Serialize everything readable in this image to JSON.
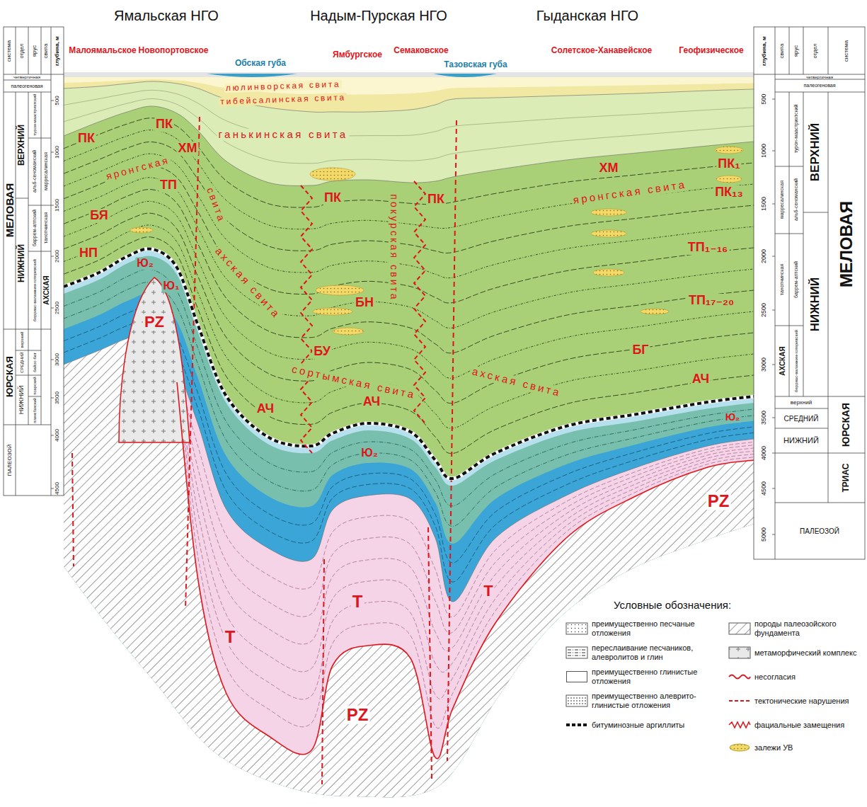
{
  "diagram": {
    "labels": [
      "Ямальская НГО",
      "Надым-Пурская НГО",
      "Гыданская НГО",
      "система",
      "отдел",
      "ярус",
      "свита",
      "глубина, м",
      "Малоямальское",
      "Новопортовское",
      "Обская губа",
      "Ямбургское",
      "Семаковское",
      "Тазовская губа",
      "Солетское-Ханавейское",
      "Геофизическое",
      "глубина, м",
      "свита",
      "ярус",
      "отдел",
      "система",
      "четвертичная",
      "палеогеновая",
      "МЕЛОВАЯ",
      "ВЕРХНИЙ",
      "НИЖНИЙ",
      "турон-маастрихтский",
      "альб-сеноманский",
      "баррем-аптский",
      "берриас-валанжин-готеривский",
      "марресалинская",
      "танопчинская",
      "АХСКАЯ",
      "ЮРСКАЯ",
      "верхний",
      "СРЕДНИЙ",
      "НИЖНИЙ",
      "байос-бат",
      "тоарский",
      "плинсбахский",
      "ПАЛЕОЗОЙ",
      "500",
      "1000",
      "1500",
      "2000",
      "2500",
      "3000",
      "3500",
      "4000",
      "4500",
      "четвертичная",
      "палеогеновая",
      "турон-маастрихтский",
      "марресалинская",
      "альб-сеноманский",
      "танопчинская",
      "баррем-аптский",
      "АХСКАЯ",
      "берриас-валанжин-готеривский",
      "ВЕРХНИЙ",
      "НИЖНИЙ",
      "МЕЛОВАЯ",
      "верхний",
      "СРЕДНИЙ",
      "НИЖНИЙ",
      "ЮРСКАЯ",
      "ТРИАС",
      "ПАЛЕОЗОЙ",
      "500",
      "1000",
      "1500",
      "2000",
      "2500",
      "3000",
      "3500",
      "4000",
      "4500",
      "5000",
      "люлинворская свита",
      "тибейсалинская свита",
      "ганькинская свита",
      "ПК",
      "ПК",
      "яронгская",
      "ХМ",
      "ТП",
      "свита",
      "БЯ",
      "НП",
      "Ю₂",
      "Ю₁",
      "PZ",
      "ахская свита",
      "АЧ",
      "ПК",
      "покурская свита",
      "ПК",
      "БН",
      "БУ",
      "сортымская свита",
      "АЧ",
      "Ю₂",
      "ахская свита",
      "ХМ",
      "яронгская свита",
      "ПК₁",
      "ПК₁₃",
      "ТП₁₋₁₆",
      "ТП₁₇₋₂₀",
      "БГ",
      "АЧ",
      "Ю₂",
      "Т",
      "Т",
      "Т",
      "PZ",
      "PZ",
      "Условные обозначения:"
    ],
    "legend": [
      {
        "text": "преимущественно песчаные отложения"
      },
      {
        "text": "переслаивание песчаников, алевролитов и глин"
      },
      {
        "text": "преимущественно глинистые отложения",
        "color": "#ffffff"
      },
      {
        "text": "преимущественно алеврито-глинистые отложения"
      },
      {
        "text": "битуминозные аргиллиты"
      },
      {
        "text": "породы палеозойского фундамента"
      },
      {
        "text": "метаморфический комплекс"
      },
      {
        "text": "несогласия"
      },
      {
        "text": "тектонические нарушения"
      },
      {
        "text": "фациальные замещения"
      },
      {
        "text": "залежи УВ"
      }
    ]
  }
}
